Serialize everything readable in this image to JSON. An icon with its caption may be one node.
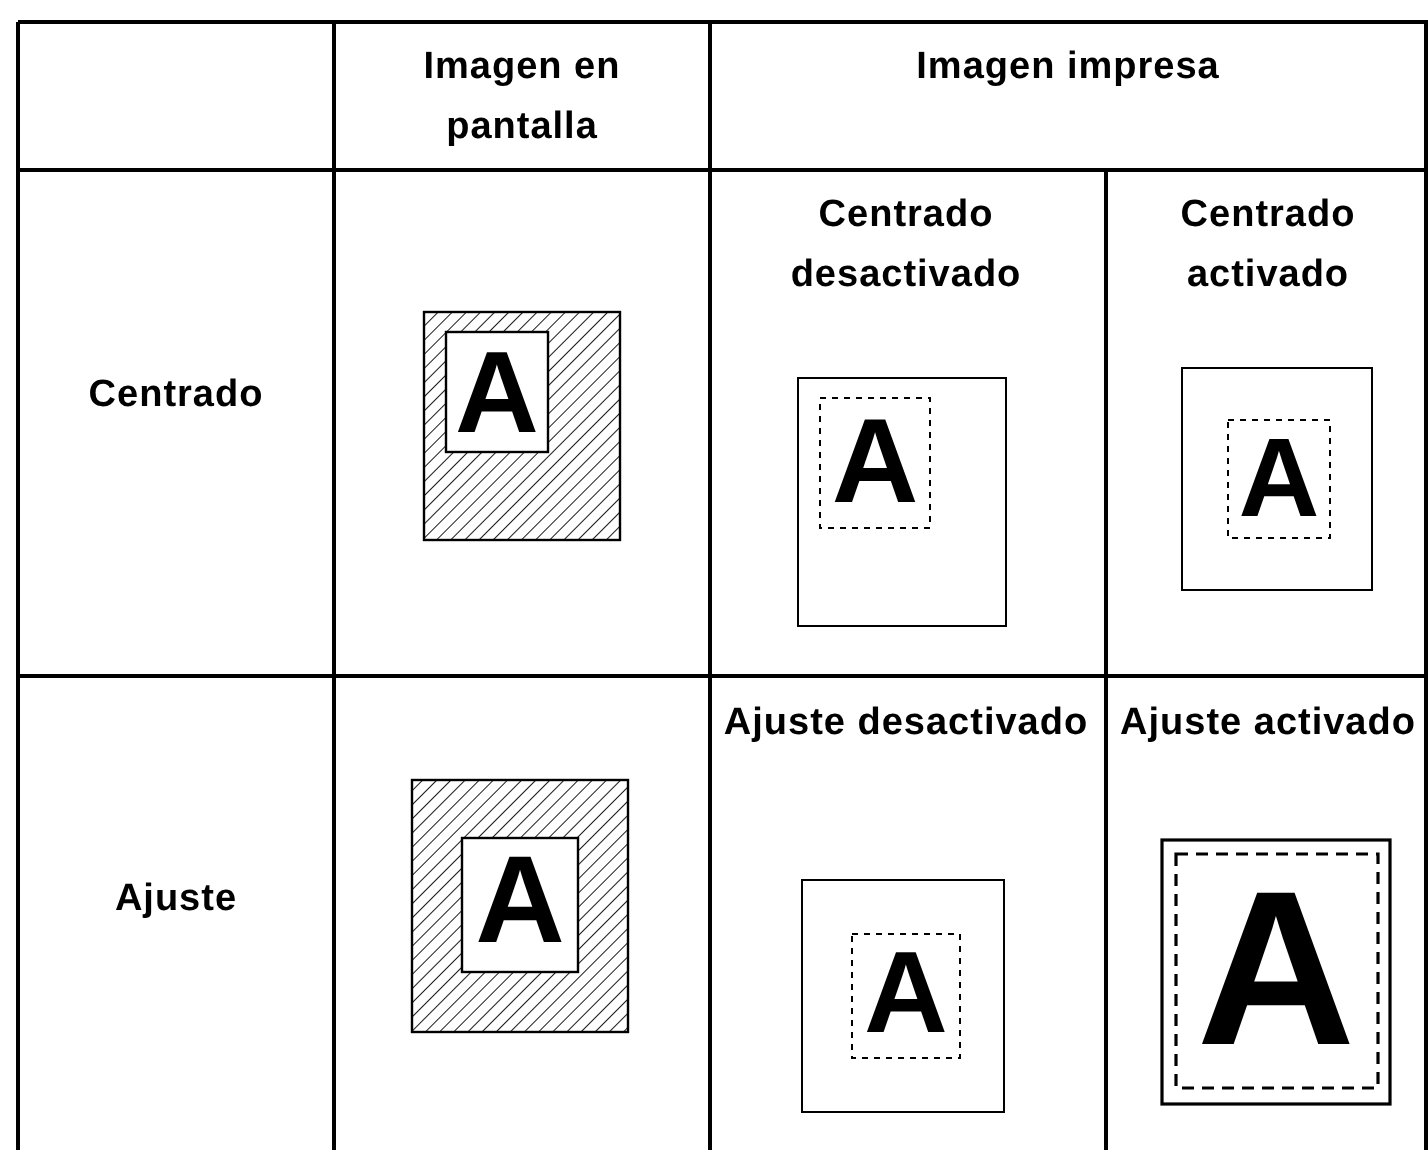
{
  "diagram": {
    "labels": [
      "Imagen en pantalla",
      "Imagen impresa",
      "Centrado",
      "A",
      "Centrado desactivado",
      "A",
      "Centrado activado",
      "A",
      "Ajuste",
      "A",
      "Ajuste desactivado",
      "A",
      "Ajuste activado",
      "A"
    ]
  }
}
